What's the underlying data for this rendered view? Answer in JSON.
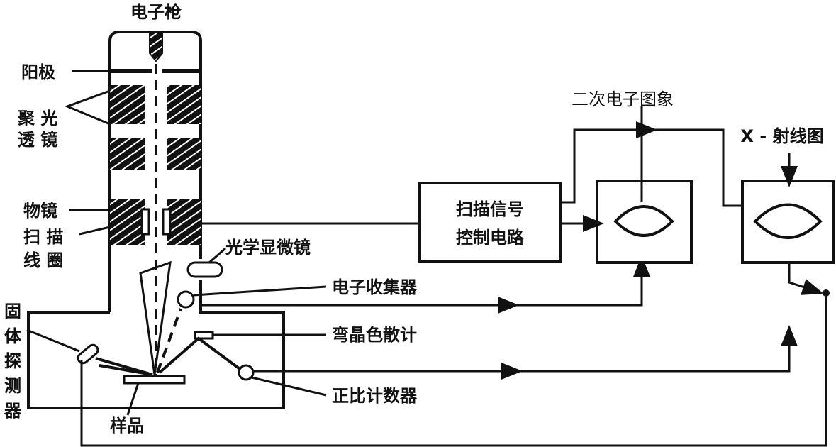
{
  "labels": {
    "electron_gun": "电子枪",
    "anode": "阳极",
    "condenser_1": "聚 光",
    "condenser_2": "透 镜",
    "objective": "物镜",
    "scan_coil_1": "扫 描",
    "scan_coil_2": "线 圈",
    "optical_microscope": "光学显微镜",
    "electron_collector": "电子收集器",
    "bent_crystal_spectrometer": "弯晶色散计",
    "proportional_counter": "正比计数器",
    "sample": "样品",
    "solid_detector": [
      "固",
      "体",
      "探",
      "测",
      "器"
    ],
    "scan_control_1": "扫描信号",
    "scan_control_2": "控制电路",
    "secondary_electron_image": "二次电子图象",
    "xray_image": "X - 射线图"
  },
  "colors": {
    "ink": "#111111",
    "background": "#ffffff"
  }
}
